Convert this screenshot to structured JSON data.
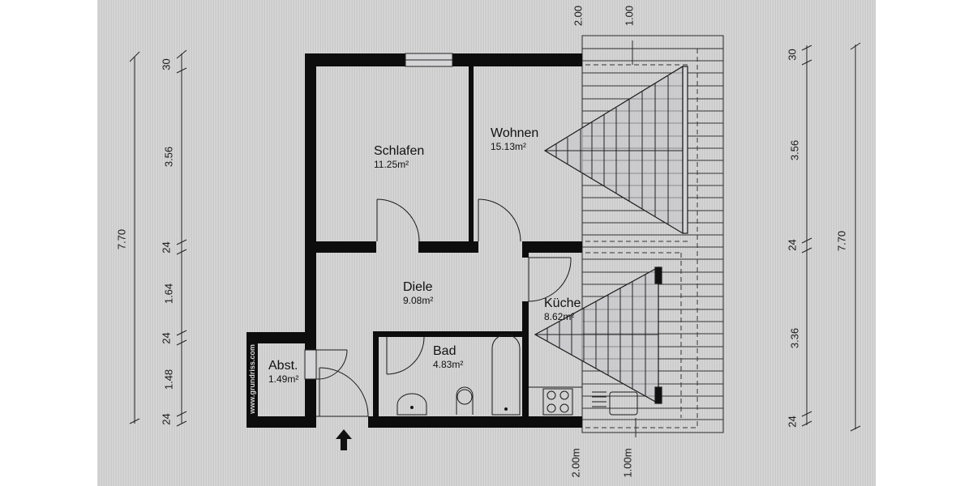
{
  "plan": {
    "watermark": "www.grundriss.com",
    "entrance_marker": "arrow-up",
    "rooms": [
      {
        "name": "Schlafen",
        "area": "11.25m²"
      },
      {
        "name": "Wohnen",
        "area": "15.13m²"
      },
      {
        "name": "Diele",
        "area": "9.08m²"
      },
      {
        "name": "Küche",
        "area": "8.62m²"
      },
      {
        "name": "Bad",
        "area": "4.83m²"
      },
      {
        "name": "Abst.",
        "area": "1.49m²"
      }
    ],
    "dimensions_left": {
      "total": "7.70",
      "segments": [
        "30",
        "3.56",
        "24",
        "1.64",
        "24",
        "1.48",
        "24"
      ]
    },
    "dimensions_right": {
      "total": "7.70",
      "segments": [
        "30",
        "3.56",
        "24",
        "3.36",
        "24"
      ]
    },
    "balcony_top": [
      "2.00",
      "1.00"
    ],
    "balcony_bottom": [
      "2.00m",
      "1.00m"
    ]
  },
  "colors": {
    "wall": "#0d0d0d",
    "background": "#cfcfd0",
    "line": "#2a2a2a"
  }
}
